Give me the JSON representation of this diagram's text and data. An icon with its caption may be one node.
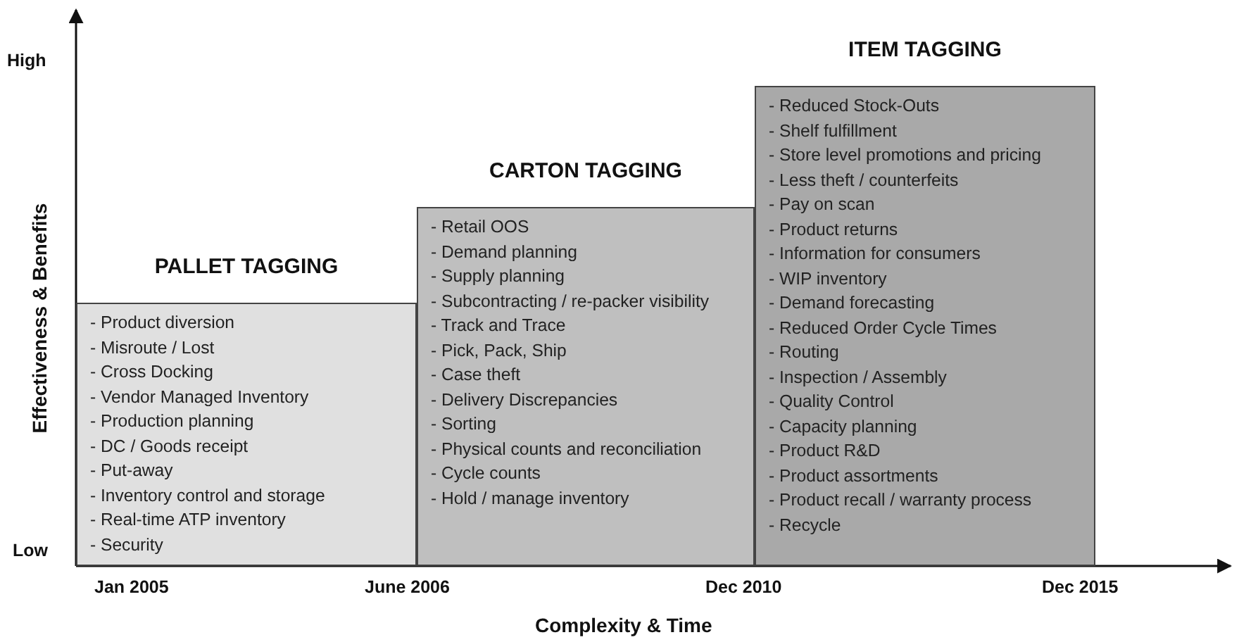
{
  "diagram": {
    "nodes": [
      {
        "text": [
          "PALLET TAGGING",
          "- Product diversion",
          "- Misroute / Lost",
          "- Cross Docking",
          "- Vendor Managed Inventory",
          "- Production planning",
          "- DC / Goods receipt",
          "- Put-away",
          "- Inventory control and storage",
          "- Real-time ATP inventory",
          "- Security"
        ]
      },
      {
        "text": [
          "CARTON TAGGING",
          "- Retail OOS",
          "- Demand planning",
          "- Supply planning",
          "- Subcontracting / re-packer visibility",
          "- Track and Trace",
          "- Pick, Pack, Ship",
          "- Case theft",
          "- Delivery Discrepancies",
          "- Sorting",
          "- Physical counts and reconciliation",
          "- Cycle counts",
          "- Hold / manage inventory"
        ]
      },
      {
        "text": [
          "ITEM TAGGING",
          "- Reduced Stock-Outs",
          "- Shelf fulfillment",
          "- Store level promotions and pricing",
          "- Less theft / counterfeits",
          "- Pay on scan",
          "- Product returns",
          "- Information for consumers",
          "- WIP inventory",
          "- Demand forecasting",
          "- Reduced Order Cycle Times",
          "- Routing",
          "- Inspection / Assembly",
          "- Quality Control",
          "- Capacity planning",
          "- Product R&D",
          "- Product assortments",
          "- Product recall / warranty process",
          "- Recycle"
        ]
      }
    ],
    "labels": [
      "High",
      "Effectiveness & Benefits",
      "Low",
      "Jan 2005",
      "June 2006",
      "Dec 2010",
      "Dec 2015",
      "Complexity & Time"
    ]
  }
}
